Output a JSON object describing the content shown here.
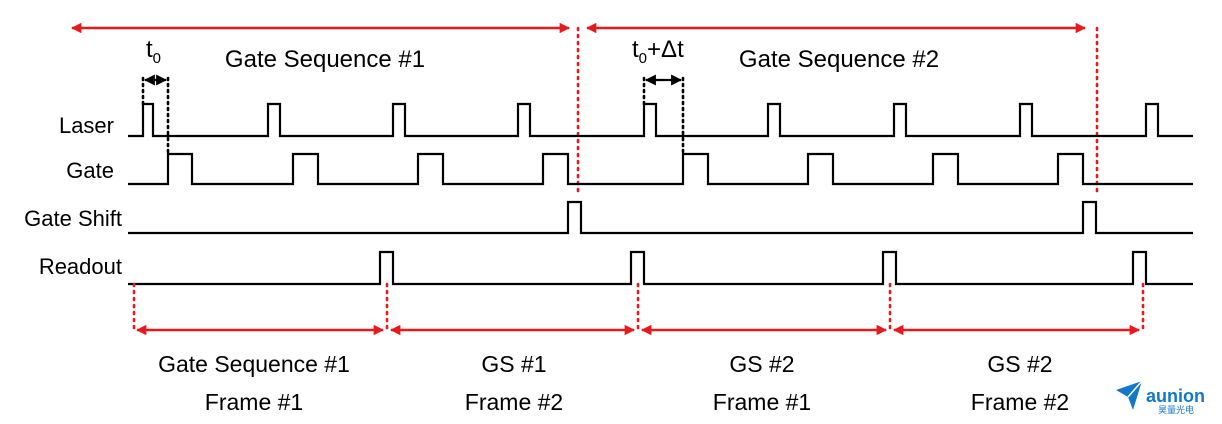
{
  "signals": {
    "laser": "Laser",
    "gate": "Gate",
    "gate_shift": "Gate Shift",
    "readout": "Readout"
  },
  "top": {
    "seq1": "Gate Sequence #1",
    "seq2": "Gate Sequence #2",
    "t0_base": "t",
    "t0_sub": "0",
    "t0dt_base": "t",
    "t0dt_sub": "0",
    "t0dt_rest": "+Δt"
  },
  "frames": [
    {
      "line1": "Gate Sequence #1",
      "line2": "Frame #1"
    },
    {
      "line1": "GS #1",
      "line2": "Frame #2"
    },
    {
      "line1": "GS #2",
      "line2": "Frame #1"
    },
    {
      "line1": "GS #2",
      "line2": "Frame #2"
    }
  ],
  "logo": {
    "brand": "aunion",
    "sub": "昊量光电"
  },
  "colors": {
    "accent": "#e8191c",
    "logo": "#1478c8"
  }
}
